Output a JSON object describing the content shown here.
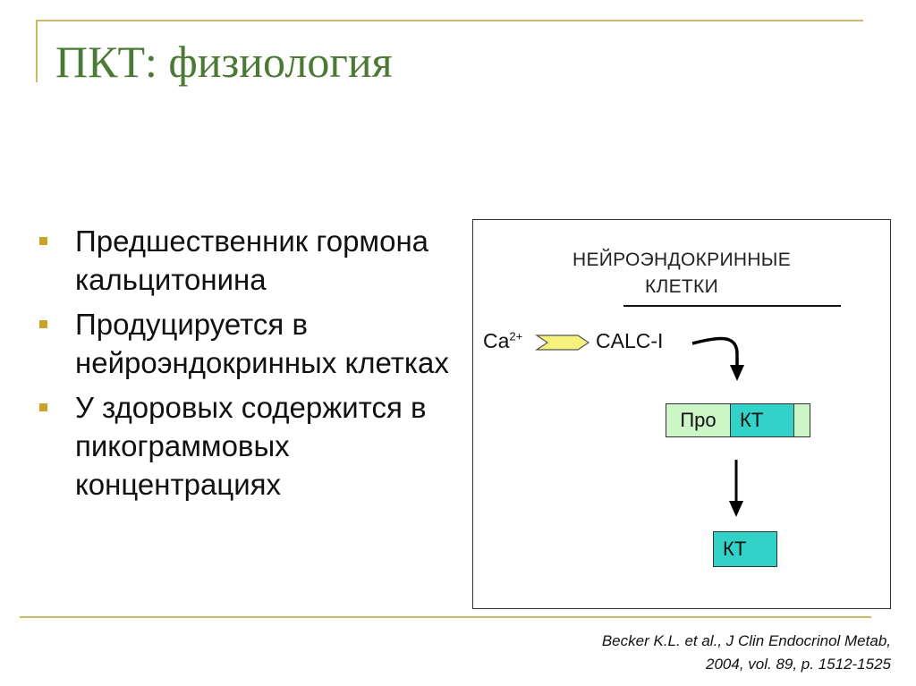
{
  "slide": {
    "title": "ПКТ: физиология",
    "bullets": [
      "Предшественник гормона кальцитонина",
      "Продуцируется в нейроэндокринных клетках",
      "У здоровых содержится в пикограммовых концентрациях"
    ]
  },
  "diagram": {
    "header_line1": "НЕЙРОЭНДОКРИННЫЕ",
    "header_line2": "КЛЕТКИ",
    "ca_base": "Ca",
    "ca_charge": "2+",
    "gene": "CALC-I",
    "pro_label": "Про",
    "kt_label": "КТ",
    "kt_final_label": "КТ"
  },
  "citation": {
    "line1": "Becker K.L. et al., J Clin Endocrinol Metab,",
    "line2": "2004, vol. 89, p. 1512-1525"
  },
  "colors": {
    "title": "#4a7a33",
    "frame": "#cdb96a",
    "bullet": "#c9a227",
    "pro_fill": "#ccf5c8",
    "kt_fill": "#32d2c8",
    "chevron_fill": "#f6f07c"
  }
}
